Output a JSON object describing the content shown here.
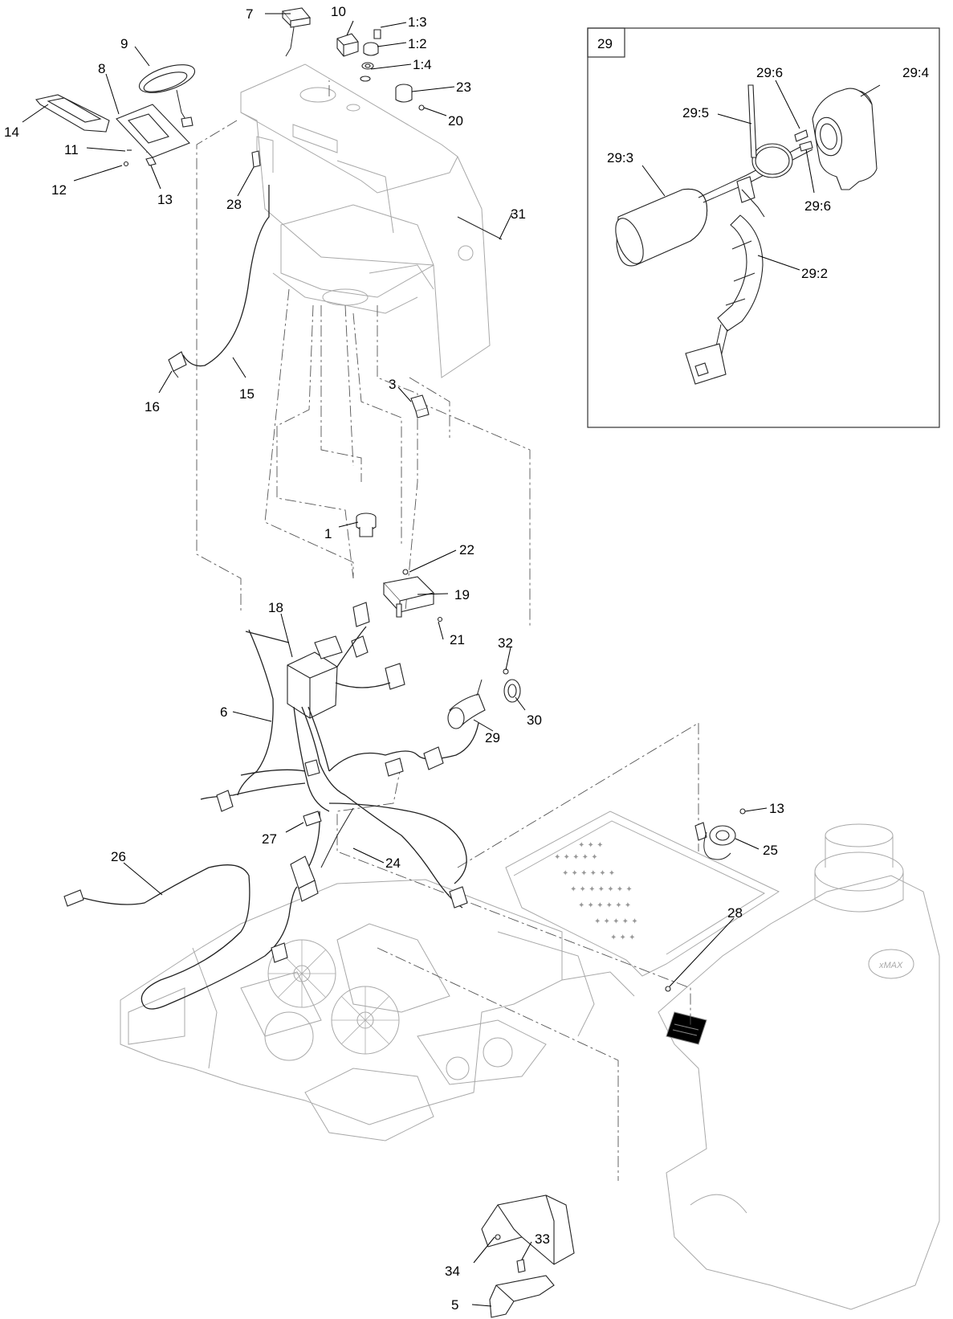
{
  "inset": {
    "label": "29"
  },
  "callouts": {
    "c7": "7",
    "c10": "10",
    "c1_3": "1:3",
    "c1_2": "1:2",
    "c1_4": "1:4",
    "c9": "9",
    "c8": "8",
    "c23": "23",
    "c20": "20",
    "c14": "14",
    "c11": "11",
    "c12": "12",
    "c13a": "13",
    "c28a": "28",
    "c31": "31",
    "c16": "16",
    "c15": "15",
    "c3": "3",
    "c1": "1",
    "c22": "22",
    "c19": "19",
    "c21": "21",
    "c18": "18",
    "c32": "32",
    "c6": "6",
    "c30": "30",
    "c29": "29",
    "c13b": "13",
    "c25": "25",
    "c27": "27",
    "c24": "24",
    "c26": "26",
    "c28b": "28",
    "c33": "33",
    "c34": "34",
    "c5": "5",
    "i29_6a": "29:6",
    "i29_4": "29:4",
    "i29_5": "29:5",
    "i29_3": "29:3",
    "i29_6b": "29:6",
    "i29_2": "29:2"
  }
}
